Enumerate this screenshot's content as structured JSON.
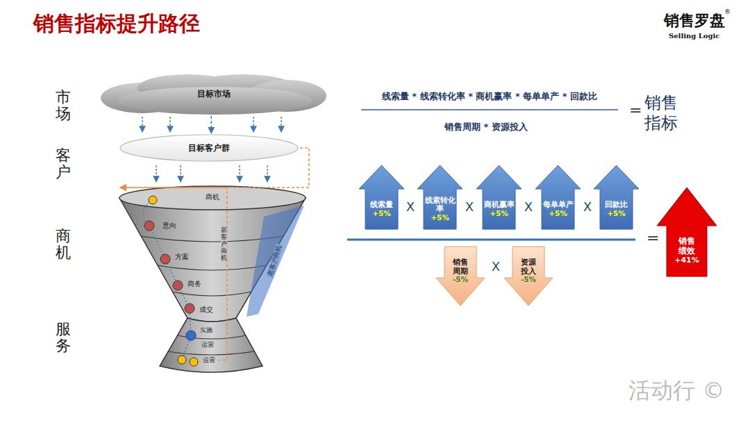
{
  "diagram": {
    "title": "销售指标提升路径",
    "nodes": [
      {
        "text": [
          "目标市场"
        ]
      },
      {
        "text": [
          "目标客户群"
        ]
      },
      {
        "text": [
          "商机"
        ]
      },
      {
        "text": [
          "意向"
        ]
      },
      {
        "text": [
          "方案"
        ]
      },
      {
        "text": [
          "商务"
        ]
      },
      {
        "text": [
          "成交"
        ]
      },
      {
        "text": [
          "实施"
        ]
      },
      {
        "text": [
          "运营"
        ]
      },
      {
        "text": [
          "运营"
        ]
      },
      {
        "text": [
          "老客户商机"
        ]
      },
      {
        "text": [
          "线索量",
          "+5%"
        ]
      },
      {
        "text": [
          "线索转化率",
          "+5%"
        ]
      },
      {
        "text": [
          "商机赢率",
          "+5%"
        ]
      },
      {
        "text": [
          "每单单产",
          "+5%"
        ]
      },
      {
        "text": [
          "回款比",
          "+5%"
        ]
      },
      {
        "text": [
          "销售周期",
          "-5%"
        ]
      },
      {
        "text": [
          "资源投入",
          "-5%"
        ]
      },
      {
        "text": [
          "销售绩效",
          "+41%"
        ]
      }
    ],
    "edges": [
      {
        "from": 0,
        "to": 1,
        "arrow": "to"
      },
      {
        "from": 1,
        "to": 2,
        "arrow": "to"
      },
      {
        "from": 9,
        "to": 2,
        "arrow": "to"
      }
    ],
    "labels": [
      "市场",
      "客户",
      "商机",
      "服务",
      "新客户商机",
      "线索量 * 线索转化率 * 商机赢率 * 每单单产 * 回款比",
      "销售周期 * 资源投入",
      "=",
      "销售指标",
      "X",
      "X",
      "X",
      "X",
      "=",
      "X",
      "销售罗盘",
      "®",
      "Selling Logic",
      "活动行 ©"
    ]
  }
}
